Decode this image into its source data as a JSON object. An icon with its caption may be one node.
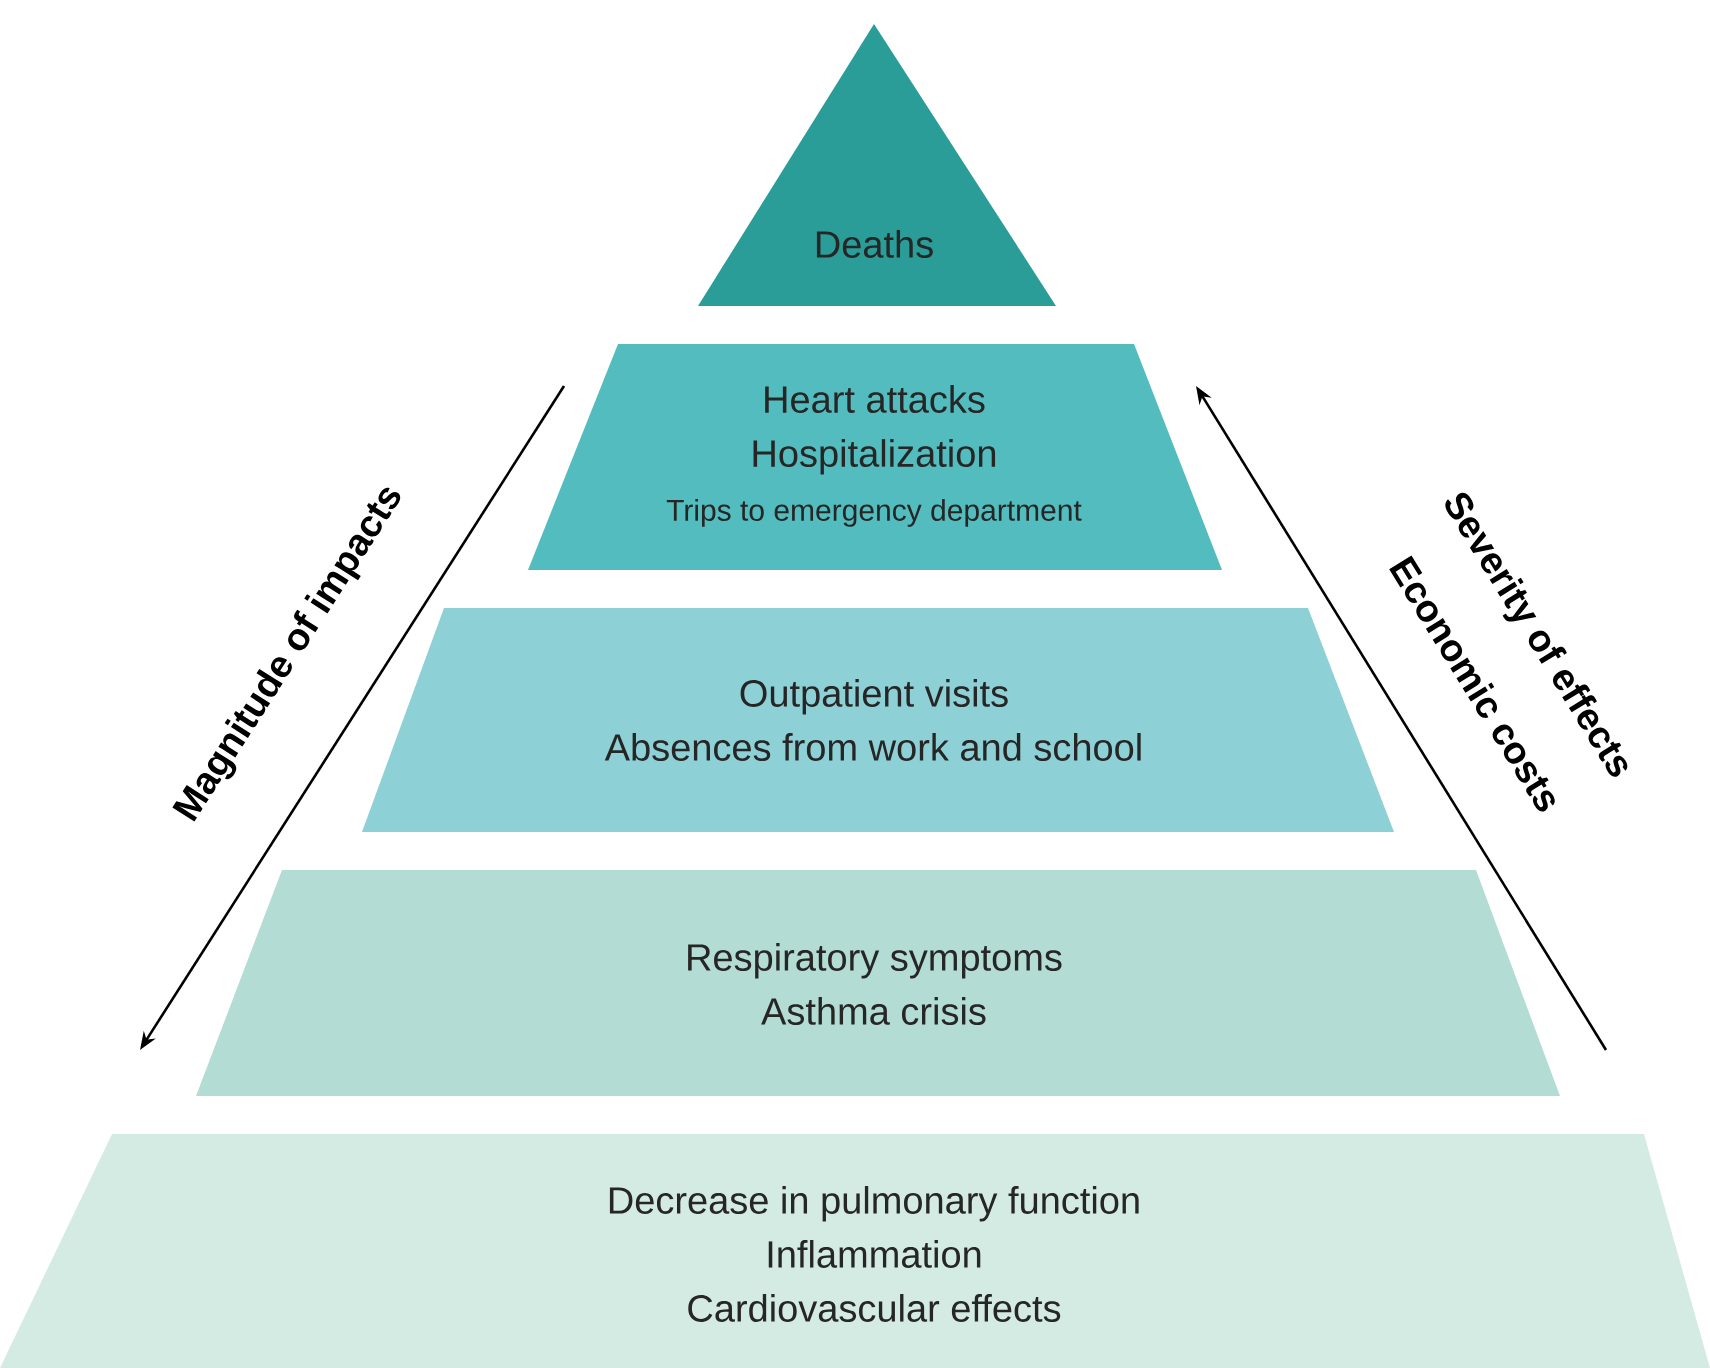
{
  "diagram": {
    "nodes": [
      {
        "text": [
          "Deaths"
        ]
      },
      {
        "text": [
          "Heart attacks",
          "Hospitalization",
          "Trips to emergency department"
        ]
      },
      {
        "text": [
          "Outpatient visits",
          "Absences from work and school"
        ]
      },
      {
        "text": [
          "Respiratory symptoms",
          "Asthma crisis"
        ]
      },
      {
        "text": [
          "Decrease in pulmonary function",
          "Inflammation",
          "Cardiovascular effects"
        ]
      }
    ],
    "labels": [
      "Magnitude of impacts",
      "Severity of effects",
      "Economic costs"
    ]
  }
}
